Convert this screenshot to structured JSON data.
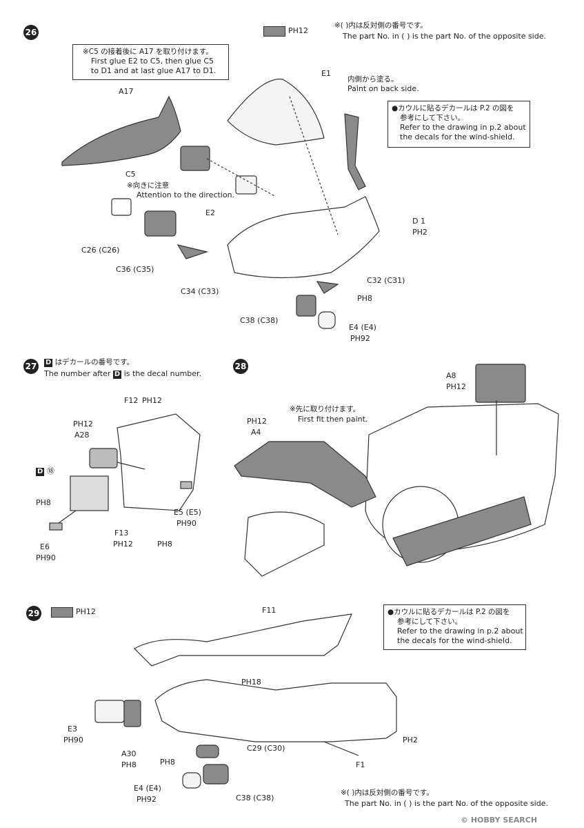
{
  "step26": {
    "number": "26",
    "paint_ref": "PH12",
    "note_ja": "※(   )内は反対側の番号です。",
    "note_en": "The part No. in (   ) is the part No. of the opposite side.",
    "callout_a17_ja": "※C5 の接着後に A17 を取り付けます。",
    "callout_a17_en1": "First glue E2 to C5, then glue C5",
    "callout_a17_en2": "to D1 and at last glue A17 to D1.",
    "decal_ja1": "●カウルに貼るデカールは P.2 の図を",
    "decal_ja2": "参考にして下さい。",
    "decal_en1": "Refer to the drawing in p.2 about",
    "decal_en2": "the decals for the wind-shield.",
    "paint_back_ja": "内側から塗る。",
    "paint_back_en": "Paint on back side.",
    "attention_ja": "※向きに注意",
    "attention_en": "Attention to the direction.",
    "labels": {
      "a17": "A17",
      "e1": "E1",
      "c5": "C5",
      "e2": "E2",
      "d1": "D 1",
      "d1_paint": "PH2",
      "c26": "C26 (C26)",
      "c36": "C36 (C35)",
      "c34": "C34 (C33)",
      "c32": "C32 (C31)",
      "c38": "C38 (C38)",
      "ph8": "PH8",
      "e4": "E4 (E4)",
      "e4_paint": "PH92"
    }
  },
  "step27": {
    "number": "27",
    "note_ja": "はデカールの番号です。",
    "note_en": "The number after",
    "note_en2": "is the decal number.",
    "d_mark": "D",
    "labels": {
      "f12": "F12",
      "f12_paint": "PH12",
      "a28_paint": "PH12",
      "a28": "A28",
      "decal": "⑱",
      "ph8_left": "PH8",
      "e5": "E5 (E5)",
      "e5_paint": "PH90",
      "f13": "F13",
      "f13_paint": "PH12",
      "ph8_bottom": "PH8",
      "e6": "E6",
      "e6_paint": "PH90"
    }
  },
  "step28": {
    "number": "28",
    "first_fit_ja": "※先に取り付けます。",
    "first_fit_en": "First fit then paint.",
    "labels": {
      "a8": "A8",
      "a8_paint": "PH12",
      "a4_paint": "PH12",
      "a4": "A4"
    }
  },
  "step29": {
    "number": "29",
    "paint_ref": "PH12",
    "decal_ja1": "●カウルに貼るデカールは P.2 の図を",
    "decal_ja2": "参考にして下さい。",
    "decal_en1": "Refer to the drawing in p.2 about",
    "decal_en2": "the decals for the wind-shield.",
    "note_ja": "※(   )内は反対側の番号です。",
    "note_en": "The part No. in (   ) is the part No. of the opposite side.",
    "labels": {
      "f11": "F11",
      "ph18": "PH18",
      "ph2": "PH2",
      "e3": "E3",
      "e3_paint": "PH90",
      "a30": "A30",
      "a30_paint": "PH8",
      "c29": "C29 (C30)",
      "ph8": "PH8",
      "e4": "E4 (E4)",
      "e4_paint": "PH92",
      "c38": "C38 (C38)",
      "f1": "F1"
    }
  },
  "watermark": "© HOBBY SEARCH",
  "colors": {
    "part_gray": "#8a8a8a",
    "line": "#333333"
  }
}
